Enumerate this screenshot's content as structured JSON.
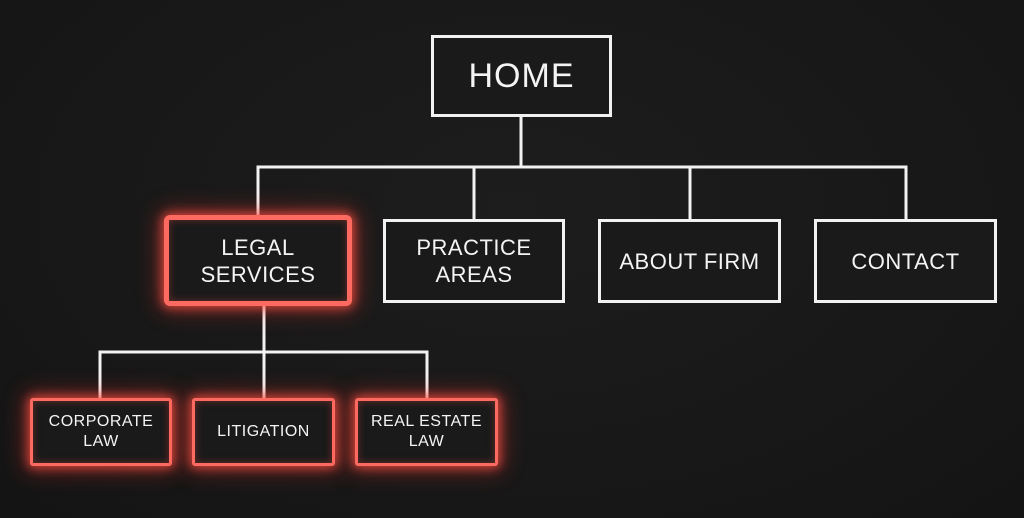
{
  "diagram": {
    "root": {
      "label": "HOME"
    },
    "sections": [
      {
        "id": "legal-services",
        "label": "LEGAL\nSERVICES",
        "highlighted": true
      },
      {
        "id": "practice-areas",
        "label": "PRACTICE\nAREAS",
        "highlighted": false
      },
      {
        "id": "about-firm",
        "label": "ABOUT FIRM",
        "highlighted": false
      },
      {
        "id": "contact",
        "label": "CONTACT",
        "highlighted": false
      }
    ],
    "subsections": [
      {
        "id": "corporate-law",
        "label": "CORPORATE\nLAW",
        "highlighted": true
      },
      {
        "id": "litigation",
        "label": "LITIGATION",
        "highlighted": true
      },
      {
        "id": "real-estate-law",
        "label": "REAL ESTATE\nLAW",
        "highlighted": true
      }
    ]
  },
  "colors": {
    "background": "#181818",
    "line": "#f2f2f2",
    "highlight": "#ff6a60"
  }
}
